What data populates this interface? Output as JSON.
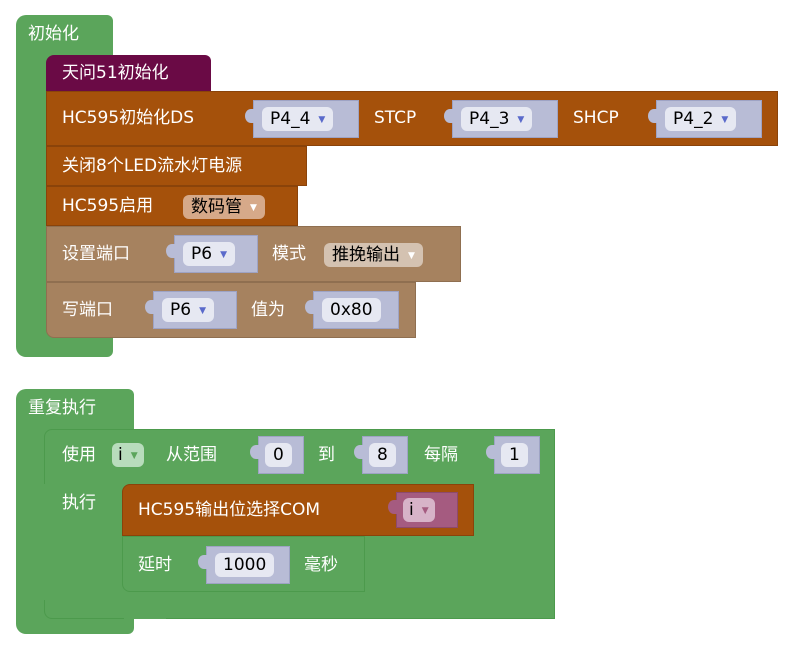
{
  "init_block": {
    "label": "初始化",
    "statements": [
      {
        "label": "天问51初始化"
      },
      {
        "label": "HC595初始化DS",
        "ds_value": "P4_4",
        "stcp_label": "STCP",
        "stcp_value": "P4_3",
        "shcp_label": "SHCP",
        "shcp_value": "P4_2"
      },
      {
        "label": "关闭8个LED流水灯电源"
      },
      {
        "label": "HC595启用",
        "mode_value": "数码管"
      },
      {
        "label": "设置端口",
        "port_value": "P6",
        "mode_label": "模式",
        "mode_value": "推挽输出"
      },
      {
        "label": "写端口",
        "port_value": "P6",
        "value_label": "值为",
        "value": "0x80"
      }
    ]
  },
  "loop_block": {
    "label": "重复执行",
    "for_block": {
      "use_label": "使用",
      "var_value": "i",
      "from_label": "从范围",
      "from_value": "0",
      "to_label": "到",
      "to_value": "8",
      "step_label": "每隔",
      "step_value": "1",
      "do_label": "执行",
      "body": [
        {
          "label": "HC595输出位选择COM",
          "var_value": "i"
        },
        {
          "label": "延时",
          "value": "1000",
          "unit_label": "毫秒"
        }
      ]
    }
  },
  "colors": {
    "control_green": "#5ba55b",
    "board_purple": "#6a0a45",
    "hc595_brown": "#a5510b",
    "io_tan": "#a6825f",
    "variable_pink": "#a55b80",
    "socket_lavender": "#b8bcd6"
  }
}
